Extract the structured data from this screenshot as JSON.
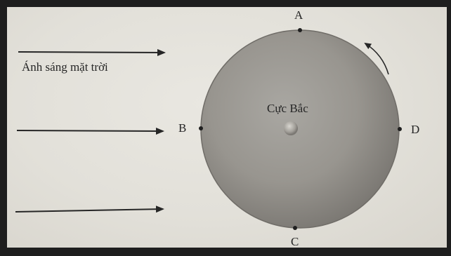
{
  "labels": {
    "sunlight": "Ánh sáng mặt trời",
    "north_pole": "Cực Bắc",
    "point_a": "A",
    "point_b": "B",
    "point_c": "C",
    "point_d": "D"
  },
  "colors": {
    "globe": "#9a9894",
    "globe_shadow": "#77746f",
    "ink": "#262626",
    "paper": "#e6e4de",
    "frame": "#1e1e1e"
  },
  "icons": {
    "sun_ray_arrow": "right-arrow",
    "rotation_arrow": "curved-arrow-counterclockwise"
  }
}
